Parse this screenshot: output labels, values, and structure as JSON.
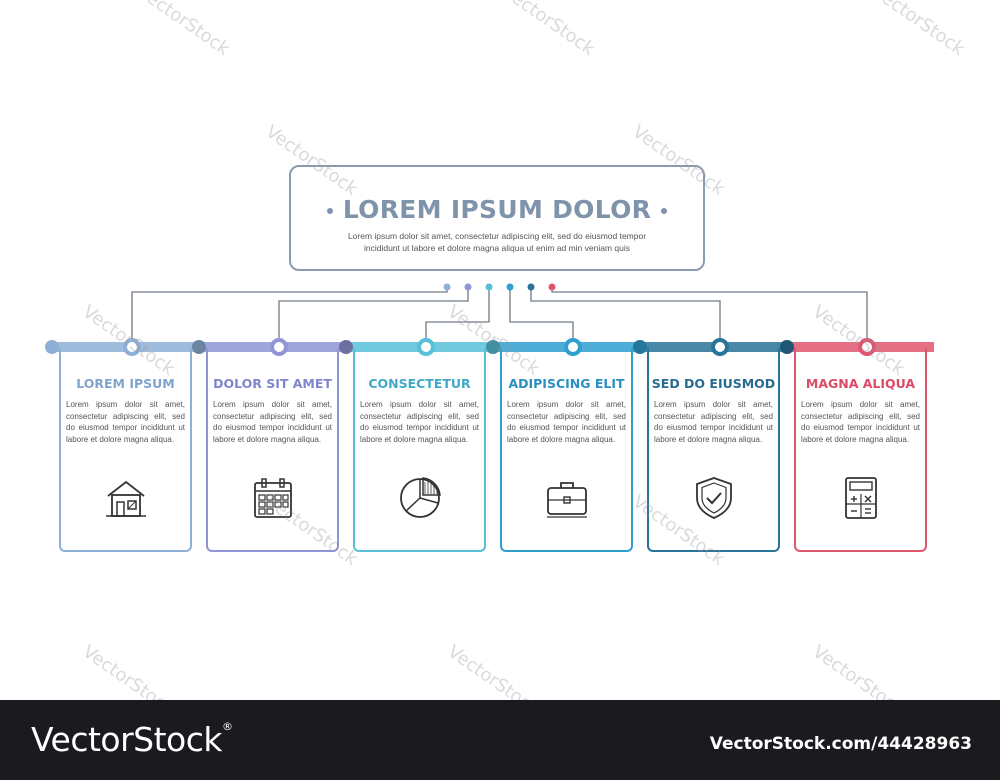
{
  "header": {
    "title": "LOREM IPSUM DOLOR",
    "description": "Lorem ipsum dolor sit amet, consectetur adipiscing elit, sed do eiusmod tempor incididunt ut labore et dolore magna aliqua ut enim ad min veniam quis"
  },
  "cards": [
    {
      "title": "LOREM IPSUM",
      "text": "Lorem ipsum dolor sit amet, consectetur adipiscing elit, sed do eiusmod tempor incididunt ut labore et dolore magna aliqua.",
      "icon": "house-icon",
      "color": "#8fb0d6",
      "title_color": "#7fa3cc"
    },
    {
      "title": "DOLOR SIT AMET",
      "text": "Lorem ipsum dolor sit amet, consectetur adipiscing elit, sed do eiusmod tempor incididunt ut labore et dolore magna aliqua.",
      "icon": "calendar-icon",
      "color": "#8f95d6",
      "title_color": "#7f86cc"
    },
    {
      "title": "CONSECTETUR",
      "text": "Lorem ipsum dolor sit amet, consectetur adipiscing elit, sed do eiusmod tempor incididunt ut labore et dolore magna aliqua.",
      "icon": "pie-chart-icon",
      "color": "#57bfd6",
      "title_color": "#3fa9c6"
    },
    {
      "title": "ADIPISCING ELIT",
      "text": "Lorem ipsum dolor sit amet, consectetur adipiscing elit, sed do eiusmod tempor incididunt ut labore et dolore magna aliqua.",
      "icon": "briefcase-icon",
      "color": "#2f9fcf",
      "title_color": "#2a8fc0"
    },
    {
      "title": "SED DO EIUSMOD",
      "text": "Lorem ipsum dolor sit amet, consectetur adipiscing elit, sed do eiusmod tempor incididunt ut labore et dolore magna aliqua.",
      "icon": "shield-check-icon",
      "color": "#2a7399",
      "title_color": "#276c90"
    },
    {
      "title": "MAGNA ALIQUA",
      "text": "Lorem ipsum dolor sit amet, consectetur adipiscing elit, sed do eiusmod tempor incididunt ut labore et dolore magna aliqua.",
      "icon": "calculator-icon",
      "color": "#e0566f",
      "title_color": "#dc4a66"
    }
  ],
  "bar_end_color": "#2c4a6b",
  "watermark": "VectorStock",
  "footer": {
    "logo": "VectorStock",
    "registered": "®",
    "image_id": "VectorStock.com/44428963"
  }
}
